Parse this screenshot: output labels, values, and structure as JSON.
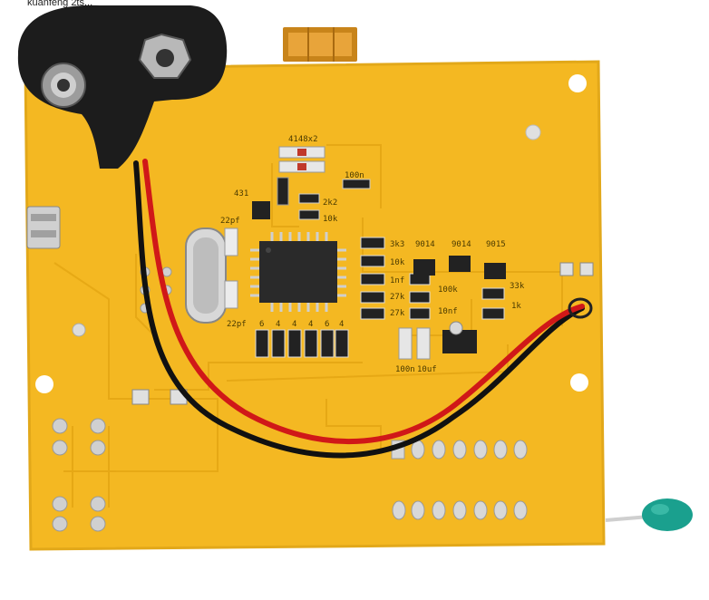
{
  "image": {
    "caption_top": "kuanfeng 2ts...",
    "colors": {
      "pcb": "#f4b822",
      "pcb_edge": "#e2a81a",
      "trace": "#e9ac1c",
      "pad": "#d8d8d8",
      "chip": "#2a2a2a",
      "wire_red": "#d01818",
      "wire_black": "#111111",
      "clip": "#1c1c1c",
      "ribbon": "#c8841a",
      "probe_tip": "#1aa08e"
    },
    "silkscreen": {
      "diode": "4148x2",
      "cap_100n_top": "100n",
      "res_2k2": "2k2",
      "res_10k_top": "10k",
      "cap_22pf_top": "22pf",
      "cap_22pf_bottom": "22pf",
      "ic_431": "431",
      "res_3k3": "3k3",
      "res_10k_mid": "10k",
      "cap_1nf": "1nf",
      "res_27k_a": "27k",
      "res_27k_b": "27k",
      "res_100k": "100k",
      "cap_10nf": "10nf",
      "tr_9014_a": "9014",
      "tr_9014_b": "9014",
      "tr_9015": "9015",
      "res_33k": "33k",
      "res_1k": "1k",
      "cap_100n_bottom": "100n",
      "cap_10uf": "10uf",
      "bank_labels": [
        "6",
        "4",
        "4",
        "4",
        "6",
        "4"
      ]
    },
    "icons": {
      "battery_clip": "battery-snap-icon",
      "probe": "probe-icon"
    }
  }
}
